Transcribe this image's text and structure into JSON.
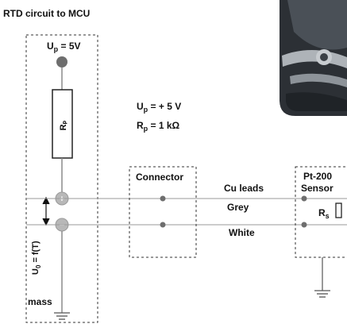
{
  "title": "RTD circuit to MCU",
  "labels": {
    "up_top_main": "U",
    "up_top_sub": "p",
    "up_top_val": " = 5V",
    "rp_resistor": "Rₚ",
    "u0_main": "U",
    "u0_sub": "0",
    "u0_val": " = f(T)",
    "mass": "mass",
    "spec_up_main": "U",
    "spec_up_sub": "p",
    "spec_up_val": " = + 5 V",
    "spec_rp_main": "R",
    "spec_rp_sub": "p",
    "spec_rp_val": " = 1 kΩ",
    "connector": "Connector",
    "cu_leads": "Cu leads",
    "grey": "Grey",
    "white": "White",
    "sensor_line1": "Pt-200",
    "sensor_line2": "Sensor",
    "rs_main": "R",
    "rs_sub": "s"
  },
  "colors": {
    "wire": "#8a8a8a",
    "node_dark": "#6e6e6e",
    "node_light": "#b8b8b8",
    "dash": "#333333",
    "photo_dark": "#2a2e33",
    "photo_light": "#b9bdc2"
  }
}
